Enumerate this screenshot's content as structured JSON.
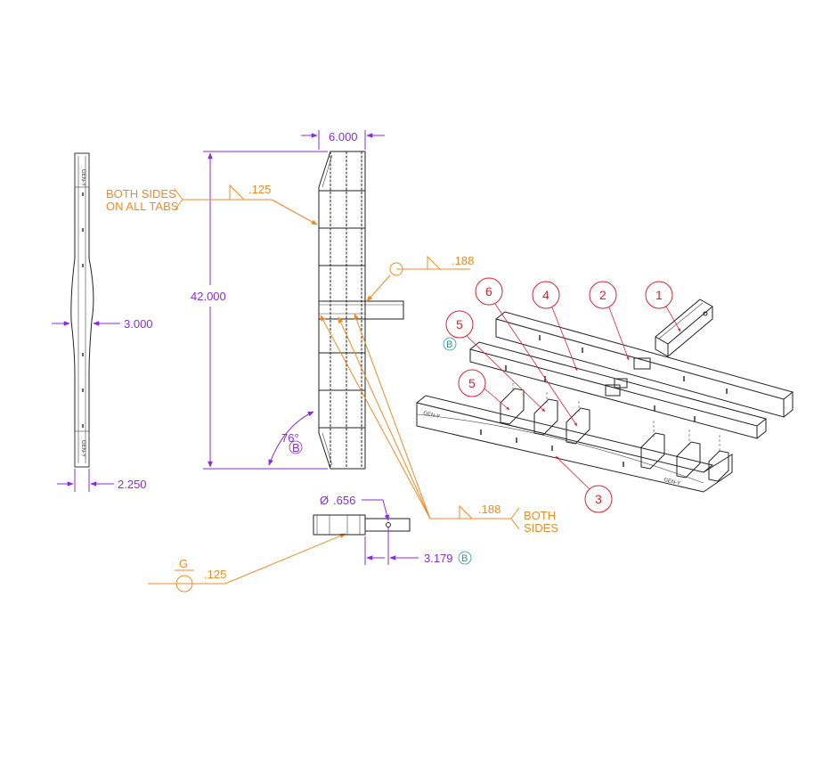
{
  "dimensions": {
    "width_top": "6.000",
    "height_main": "42.000",
    "side_depth": "3.000",
    "side_width": "2.250",
    "angle": "76°",
    "hole_dia": ".656",
    "offset": "3.179"
  },
  "welds": {
    "top_size": ".125",
    "top_note_line1": "BOTH SIDES",
    "top_note_line2": "ON ALL TABS",
    "tube_size": ".188",
    "tabs_size": ".188",
    "tabs_note_line1": "BOTH",
    "tabs_note_line2": "SIDES",
    "ground_letter": "G",
    "ground_size": ".125"
  },
  "datums": {
    "b": "B"
  },
  "balloons": [
    "1",
    "2",
    "3",
    "4",
    "5",
    "5",
    "6"
  ],
  "symbols": {
    "diameter": "Ø"
  }
}
